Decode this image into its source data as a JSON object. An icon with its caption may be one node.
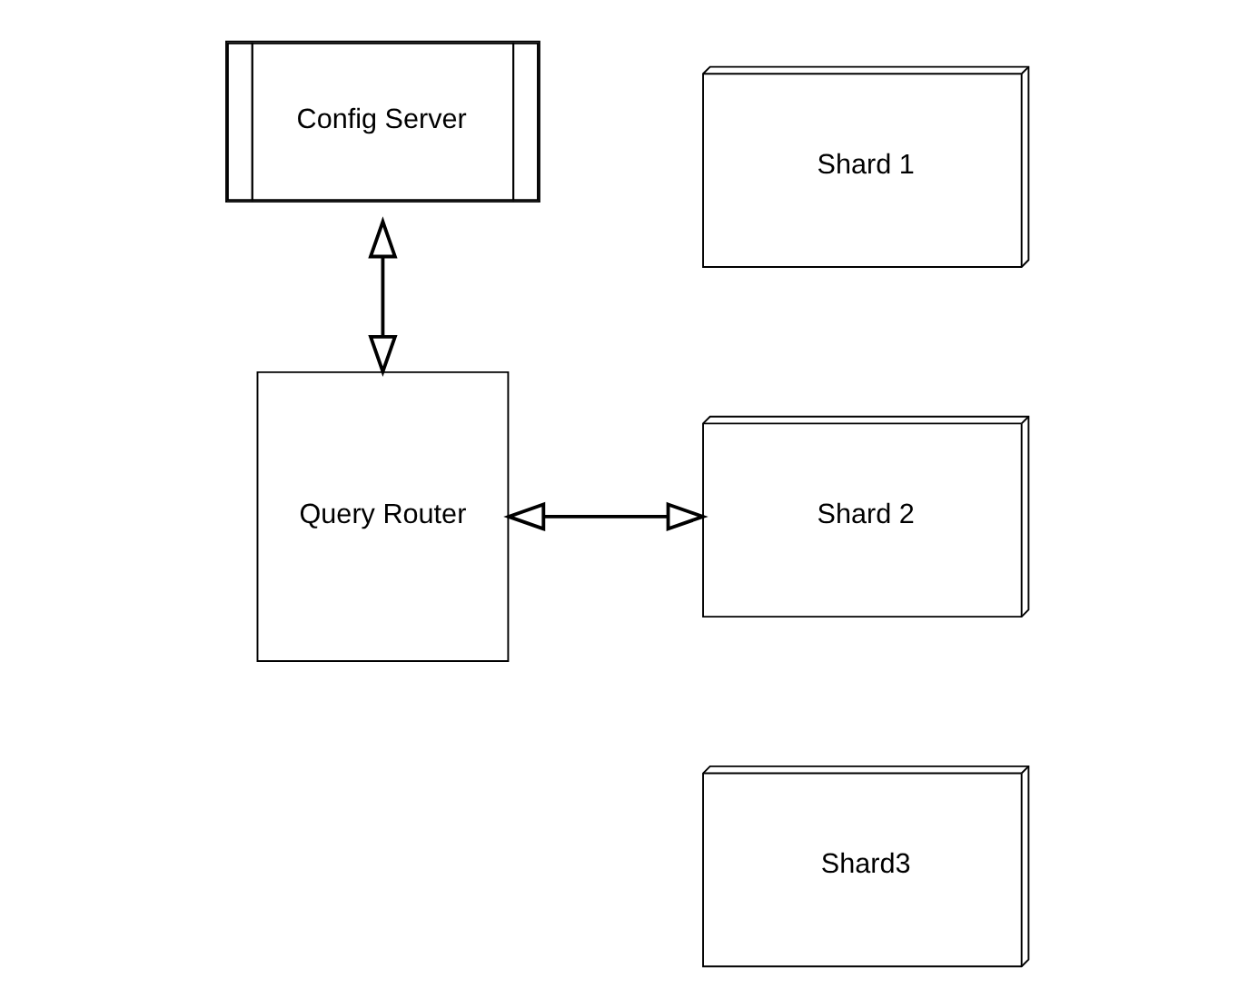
{
  "diagram": {
    "nodes": [
      {
        "text": [
          "Config Server"
        ]
      },
      {
        "text": [
          "Shard 1"
        ]
      },
      {
        "text": [
          "Shard 2"
        ]
      },
      {
        "text": [
          "Query Router"
        ]
      },
      {
        "text": [
          "Shard3"
        ]
      }
    ],
    "edges": [
      {
        "from": 0,
        "to": 3,
        "arrow": "both"
      },
      {
        "from": 3,
        "to": 2,
        "arrow": "both"
      }
    ]
  }
}
